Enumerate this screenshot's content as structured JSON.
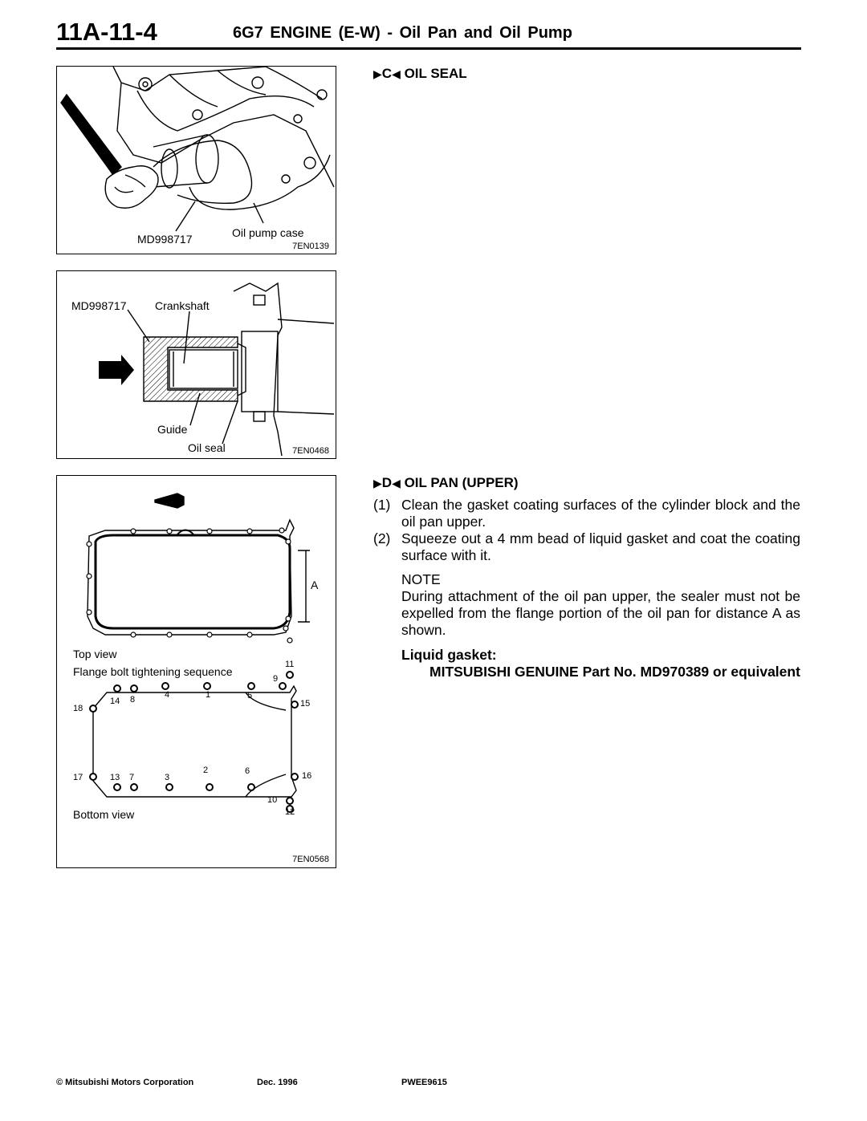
{
  "header": {
    "page_number": "11A-11-4",
    "title": "6G7 ENGINE (E-W) - Oil Pan and Oil Pump"
  },
  "figures": {
    "fig1": {
      "labels": {
        "tool": "MD998717",
        "oil_pump_case": "Oil pump case"
      },
      "code": "7EN0139"
    },
    "fig2": {
      "labels": {
        "tool": "MD998717",
        "crankshaft": "Crankshaft",
        "guide": "Guide",
        "oil_seal": "Oil seal"
      },
      "code": "7EN0468"
    },
    "fig3": {
      "labels": {
        "distance": "A",
        "top_view": "Top view",
        "sequence": "Flange bolt tightening sequence",
        "bottom_view": "Bottom view"
      },
      "bolt_numbers": [
        "1",
        "2",
        "3",
        "4",
        "5",
        "6",
        "7",
        "8",
        "9",
        "10",
        "11",
        "12",
        "13",
        "14",
        "15",
        "16",
        "17",
        "18"
      ],
      "code": "7EN0568"
    }
  },
  "sections": {
    "c": {
      "marker": "C",
      "title": "OIL SEAL"
    },
    "d": {
      "marker": "D",
      "title": "OIL PAN (UPPER)",
      "steps": [
        {
          "num": "(1)",
          "text": "Clean the gasket coating surfaces of the cylinder block and the oil pan upper."
        },
        {
          "num": "(2)",
          "text": "Squeeze out a 4 mm bead of liquid gasket and coat the coating surface with it."
        }
      ],
      "note_label": "NOTE",
      "note_text": "During attachment of the oil pan upper, the sealer must not be expelled from the flange portion of the oil pan for distance A as shown.",
      "spec_label": "Liquid gasket:",
      "spec_text": "MITSUBISHI GENUINE Part No. MD970389 or equivalent"
    }
  },
  "footer": {
    "copyright": "© Mitsubishi Motors Corporation",
    "date": "Dec. 1996",
    "doc_id": "PWEE9615"
  }
}
